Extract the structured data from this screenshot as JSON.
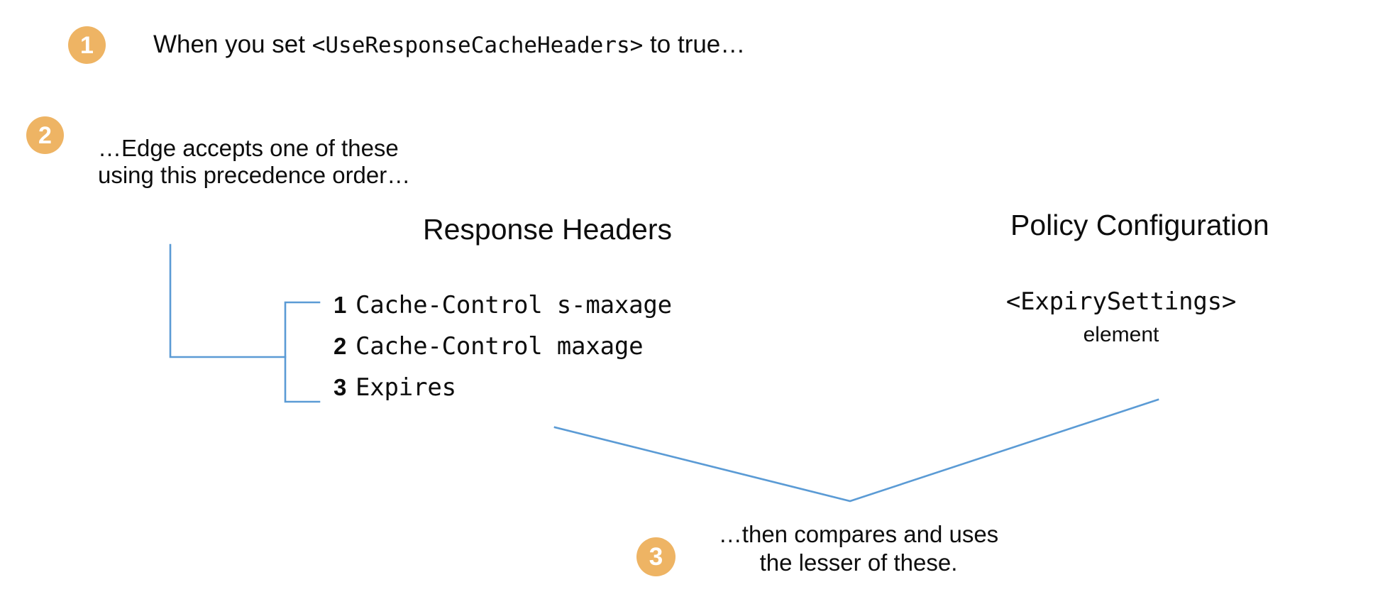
{
  "theme": {
    "background": "#ffffff",
    "badge_fill": "#eeb464",
    "badge_text": "#ffffff",
    "connector_line": "#5b9bd5",
    "body_text": "#0d0d0d"
  },
  "steps": [
    {
      "number": "1",
      "text_before": "When you set ",
      "code": "<UseResponseCacheHeaders>",
      "text_after": " to true…"
    },
    {
      "number": "2",
      "text": "…Edge accepts one of these using this precedence order…"
    },
    {
      "number": "3",
      "line1": "…then compares and uses",
      "line2": "the lesser of these."
    }
  ],
  "columns": {
    "response_headers": {
      "heading": "Response Headers",
      "items": [
        {
          "index": "1",
          "value": "Cache-Control s-maxage"
        },
        {
          "index": "2",
          "value": "Cache-Control maxage"
        },
        {
          "index": "3",
          "value": "Expires"
        }
      ]
    },
    "policy_configuration": {
      "heading": "Policy Configuration",
      "code": "<ExpirySettings>",
      "label": "element"
    }
  },
  "connectors": [
    {
      "name": "step2-to-list-elbow",
      "kind": "polyline"
    },
    {
      "name": "list-group-bracket",
      "kind": "bracket"
    },
    {
      "name": "compare-v-converger",
      "kind": "polyline"
    }
  ]
}
